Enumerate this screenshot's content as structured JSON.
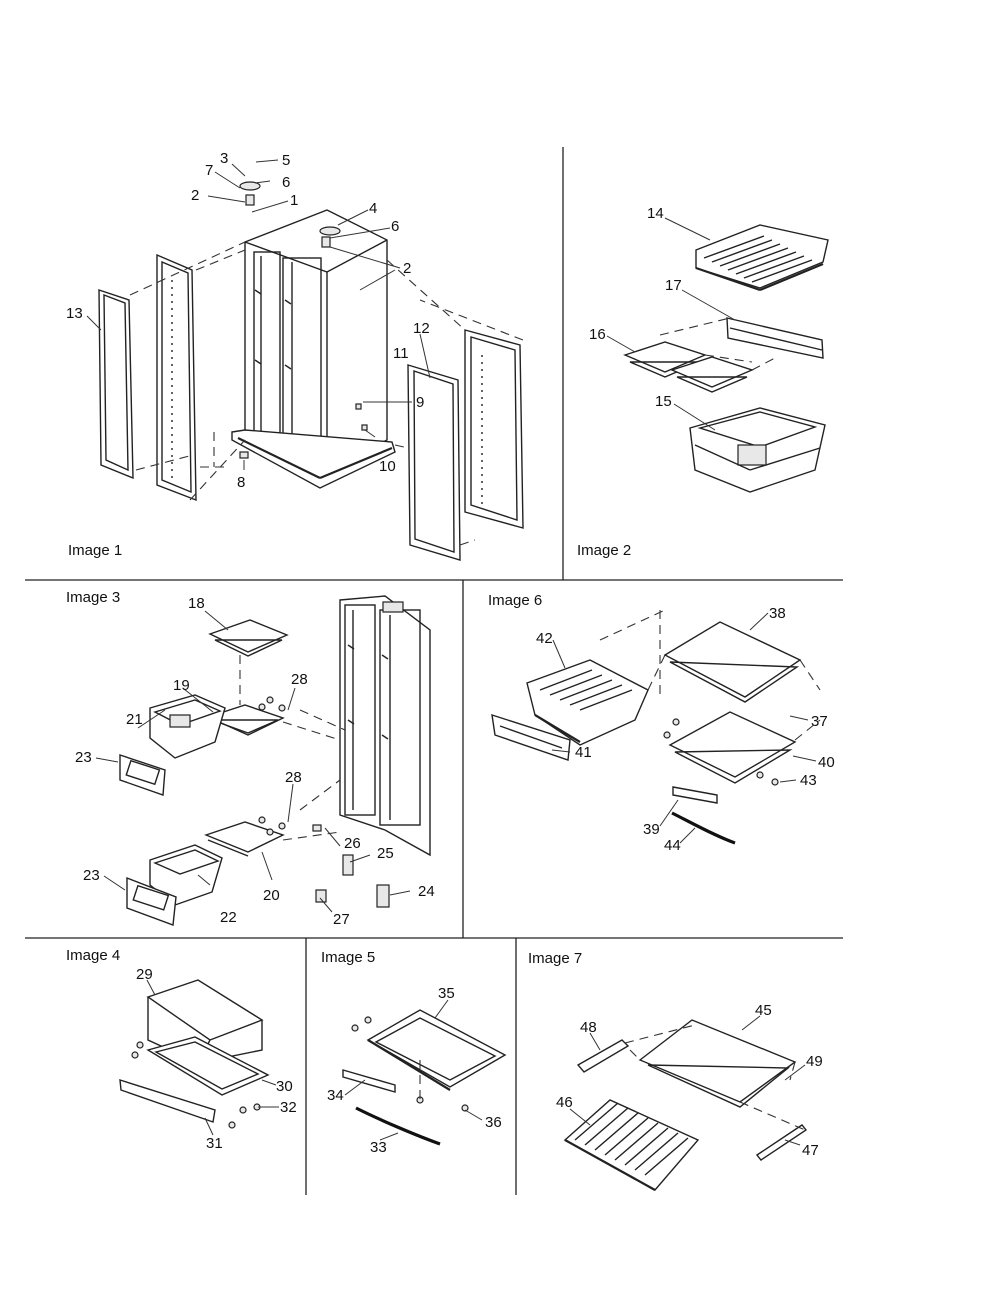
{
  "panels": [
    {
      "id": "image-1",
      "label": "Image 1"
    },
    {
      "id": "image-2",
      "label": "Image 2"
    },
    {
      "id": "image-3",
      "label": "Image 3"
    },
    {
      "id": "image-4",
      "label": "Image 4"
    },
    {
      "id": "image-5",
      "label": "Image 5"
    },
    {
      "id": "image-6",
      "label": "Image 6"
    },
    {
      "id": "image-7",
      "label": "Image 7"
    }
  ],
  "callouts": [
    "1",
    "2",
    "3",
    "4",
    "5",
    "6",
    "7",
    "8",
    "9",
    "10",
    "11",
    "12",
    "13",
    "14",
    "15",
    "16",
    "17",
    "18",
    "19",
    "20",
    "21",
    "22",
    "23",
    "24",
    "25",
    "26",
    "27",
    "28",
    "29",
    "30",
    "31",
    "32",
    "33",
    "34",
    "35",
    "36",
    "37",
    "38",
    "39",
    "40",
    "41",
    "42",
    "43",
    "44",
    "45",
    "46",
    "47",
    "48",
    "49"
  ]
}
